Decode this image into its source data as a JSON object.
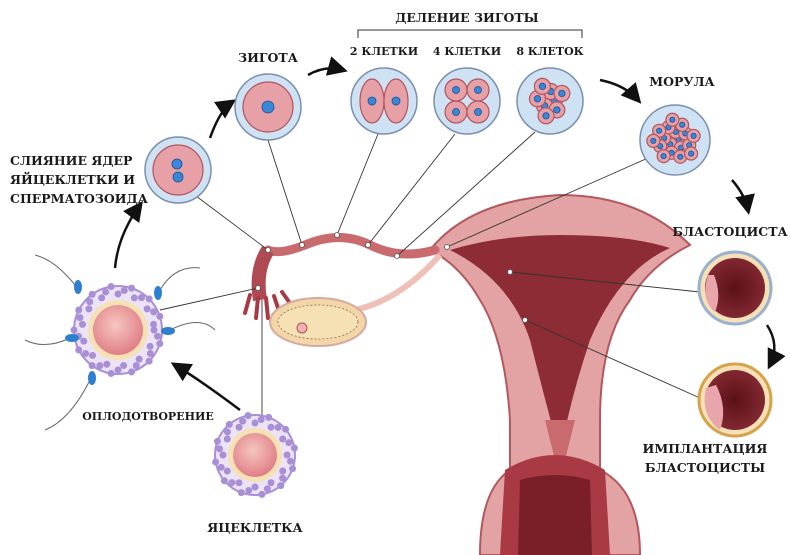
{
  "labels": {
    "zygote_division": "ДЕЛЕНИЕ ЗИГОТЫ",
    "two_cells": "2 КЛЕТКИ",
    "four_cells": "4 КЛЕТКИ",
    "eight_cells": "8 КЛЕТОК",
    "zygote": "ЗИГОТА",
    "morula": "МОРУЛА",
    "fusion_line1": "СЛИЯНИЕ ЯДЕР",
    "fusion_line2": "ЯЙЦЕКЛЕТКИ И",
    "fusion_line3": "СПЕРМАТОЗОИДА",
    "blastocyst": "БЛАСТОЦИСТА",
    "fertilization": "ОПЛОДОТВОРЕНИЕ",
    "implantation_line1": "ИМПЛАНТАЦИЯ",
    "implantation_line2": "БЛАСТОЦИСТЫ",
    "egg": "ЯЦЕКЛЕТКА"
  },
  "colors": {
    "uterus": "#c96a6f",
    "uterus_dark": "#7a1f28",
    "cell_bg": "#cfe2f3",
    "nucleus": "#3a87d8",
    "corona": "#a98fd6"
  }
}
